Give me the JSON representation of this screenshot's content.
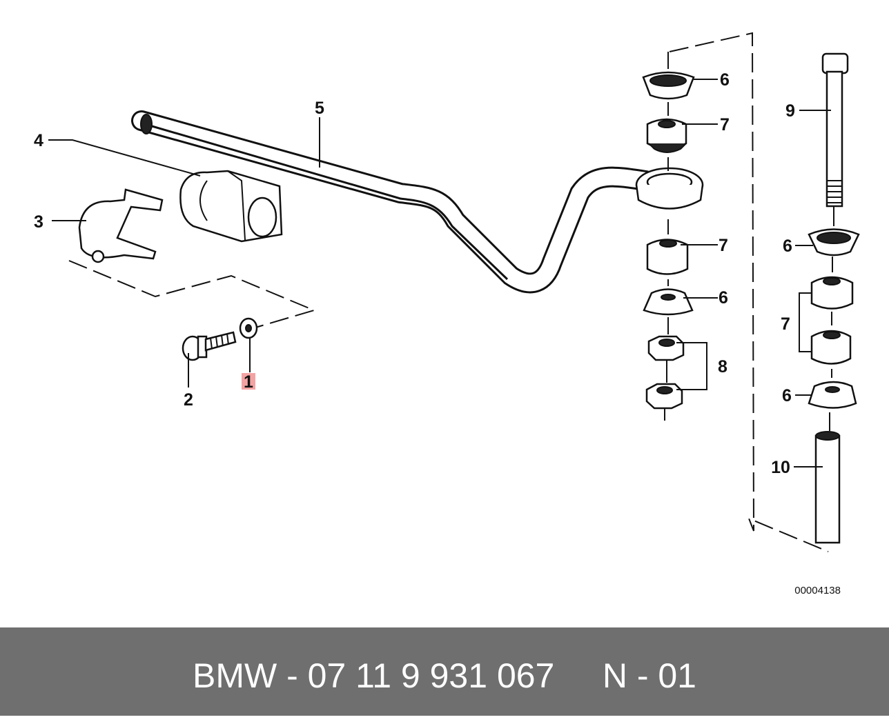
{
  "diagram": {
    "callouts": [
      {
        "id": "label-1",
        "text": "1",
        "highlight": true
      },
      {
        "id": "label-2",
        "text": "2"
      },
      {
        "id": "label-3",
        "text": "3"
      },
      {
        "id": "label-4",
        "text": "4"
      },
      {
        "id": "label-5",
        "text": "5"
      },
      {
        "id": "label-6a",
        "text": "6"
      },
      {
        "id": "label-7a",
        "text": "7"
      },
      {
        "id": "label-7b",
        "text": "7"
      },
      {
        "id": "label-6b",
        "text": "6"
      },
      {
        "id": "label-8",
        "text": "8"
      },
      {
        "id": "label-9",
        "text": "9"
      },
      {
        "id": "label-6c",
        "text": "6"
      },
      {
        "id": "label-7c",
        "text": "7"
      },
      {
        "id": "label-6d",
        "text": "6"
      },
      {
        "id": "label-10",
        "text": "10"
      }
    ],
    "reference_number": "00004138",
    "highlight_color": "#f4a3a3"
  },
  "footer": {
    "text": "BMW - 07 11 9 931 067     N - 01",
    "background": "#6f6f6f"
  }
}
